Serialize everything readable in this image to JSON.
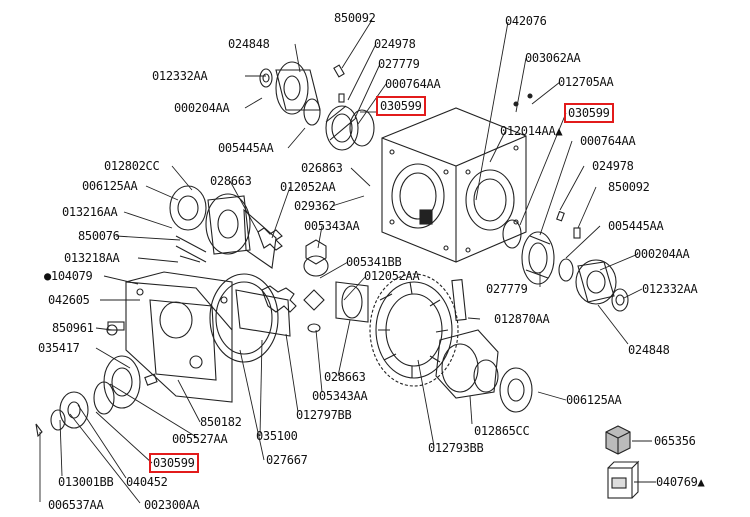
{
  "diagram": {
    "highlight_color": "#e21b1b",
    "parts": [
      {
        "id": "p_850092_a",
        "text": "850092",
        "highlight": false
      },
      {
        "id": "p_042076",
        "text": "042076",
        "highlight": false
      },
      {
        "id": "p_024848_a",
        "text": "024848",
        "highlight": false
      },
      {
        "id": "p_024978_a",
        "text": "024978",
        "highlight": false
      },
      {
        "id": "p_003062AA",
        "text": "003062AA",
        "highlight": false
      },
      {
        "id": "p_012332AA_a",
        "text": "012332AA",
        "highlight": false
      },
      {
        "id": "p_027779_a",
        "text": "027779",
        "highlight": false
      },
      {
        "id": "p_012705AA",
        "text": "012705AA",
        "highlight": false
      },
      {
        "id": "p_000764AA_a",
        "text": "000764AA",
        "highlight": false
      },
      {
        "id": "p_000204AA_a",
        "text": "000204AA",
        "highlight": false
      },
      {
        "id": "p_030599_a",
        "text": "030599",
        "highlight": true
      },
      {
        "id": "p_030599_b",
        "text": "030599",
        "highlight": true
      },
      {
        "id": "p_005445AA_a",
        "text": "005445AA",
        "highlight": false
      },
      {
        "id": "p_012014AA",
        "text": "012014AA▲",
        "highlight": false
      },
      {
        "id": "p_000764AA_b",
        "text": "000764AA",
        "highlight": false
      },
      {
        "id": "p_012802CC",
        "text": "012802CC",
        "highlight": false
      },
      {
        "id": "p_026863",
        "text": "026863",
        "highlight": false
      },
      {
        "id": "p_024978_b",
        "text": "024978",
        "highlight": false
      },
      {
        "id": "p_006125AA_a",
        "text": "006125AA",
        "highlight": false
      },
      {
        "id": "p_028663_a",
        "text": "028663",
        "highlight": false
      },
      {
        "id": "p_012052AA_a",
        "text": "012052AA",
        "highlight": false
      },
      {
        "id": "p_850092_b",
        "text": "850092",
        "highlight": false
      },
      {
        "id": "p_029362",
        "text": "029362",
        "highlight": false
      },
      {
        "id": "p_013216AA",
        "text": "013216AA",
        "highlight": false
      },
      {
        "id": "p_005343AA_a",
        "text": "005343AA",
        "highlight": false
      },
      {
        "id": "p_005445AA_b",
        "text": "005445AA",
        "highlight": false
      },
      {
        "id": "p_850076",
        "text": "850076",
        "highlight": false
      },
      {
        "id": "p_000204AA_b",
        "text": "000204AA",
        "highlight": false
      },
      {
        "id": "p_013218AA",
        "text": "013218AA",
        "highlight": false
      },
      {
        "id": "p_005341BB",
        "text": "005341BB",
        "highlight": false
      },
      {
        "id": "p_104079",
        "text": "●104079",
        "highlight": false
      },
      {
        "id": "p_012052AA_b",
        "text": "012052AA",
        "highlight": false
      },
      {
        "id": "p_012332AA_b",
        "text": "012332AA",
        "highlight": false
      },
      {
        "id": "p_027779_b",
        "text": "027779",
        "highlight": false
      },
      {
        "id": "p_042605",
        "text": "042605",
        "highlight": false
      },
      {
        "id": "p_012870AA",
        "text": "012870AA",
        "highlight": false
      },
      {
        "id": "p_850961",
        "text": "850961",
        "highlight": false
      },
      {
        "id": "p_024848_b",
        "text": "024848",
        "highlight": false
      },
      {
        "id": "p_035417",
        "text": "035417",
        "highlight": false
      },
      {
        "id": "p_028663_b",
        "text": "028663",
        "highlight": false
      },
      {
        "id": "p_005343AA_b",
        "text": "005343AA",
        "highlight": false
      },
      {
        "id": "p_006125AA_b",
        "text": "006125AA",
        "highlight": false
      },
      {
        "id": "p_850182",
        "text": "850182",
        "highlight": false
      },
      {
        "id": "p_012797BB",
        "text": "012797BB",
        "highlight": false
      },
      {
        "id": "p_005527AA",
        "text": "005527AA",
        "highlight": false
      },
      {
        "id": "p_035100",
        "text": "035100",
        "highlight": false
      },
      {
        "id": "p_012865CC",
        "text": "012865CC",
        "highlight": false
      },
      {
        "id": "p_065356",
        "text": "065356",
        "highlight": false
      },
      {
        "id": "p_030599_c",
        "text": "030599",
        "highlight": true
      },
      {
        "id": "p_027667",
        "text": "027667",
        "highlight": false
      },
      {
        "id": "p_012793BB",
        "text": "012793BB",
        "highlight": false
      },
      {
        "id": "p_013001BB",
        "text": "013001BB",
        "highlight": false
      },
      {
        "id": "p_040452",
        "text": "040452",
        "highlight": false
      },
      {
        "id": "p_040769",
        "text": "040769▲",
        "highlight": false
      },
      {
        "id": "p_006537AA",
        "text": "006537AA",
        "highlight": false
      },
      {
        "id": "p_002300AA",
        "text": "002300AA",
        "highlight": false
      }
    ]
  }
}
